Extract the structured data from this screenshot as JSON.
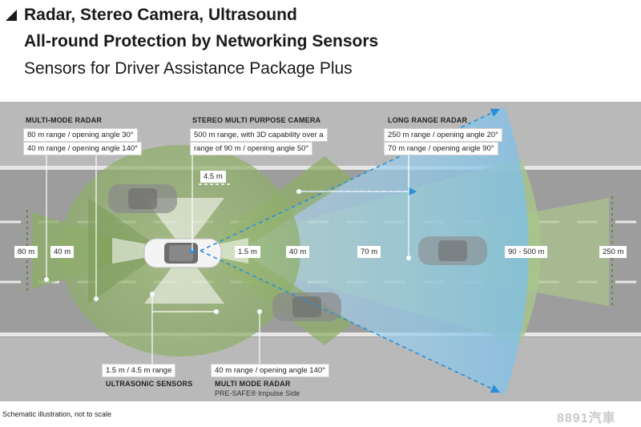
{
  "header": {
    "line1": "Radar, Stereo Camera, Ultrasound",
    "line2": "All-round Protection by Networking Sensors",
    "line3": "Sensors for Driver Assistance Package Plus"
  },
  "multi_mode_radar": {
    "title": "MULTI-MODE RADAR",
    "spec1": "80 m range / opening angle 30°",
    "spec2": "40 m range / opening angle 140°"
  },
  "stereo_camera": {
    "title": "STEREO MULTI PURPOSE CAMERA",
    "spec1": "500 m range, with 3D capability over a",
    "spec2": "range of 90 m  / opening angle 50°",
    "width": "4.5 m"
  },
  "long_range_radar": {
    "title": "LONG RANGE RADAR",
    "spec1": "250 m range / opening angle 20°",
    "spec2": "70 m range / opening angle 90°"
  },
  "ultrasonic": {
    "spec": "1.5 m / 4.5 m range",
    "title": "ULTRASONIC SENSORS"
  },
  "multi_mode_radar_side": {
    "spec": "40 m range / opening angle 140°",
    "title": "MULTI MODE RADAR",
    "subtitle": "PRE-SAFE® Impulse Side"
  },
  "distances": {
    "d80": "80 m",
    "d40_rear": "40 m",
    "d1_5": "1.5 m",
    "d40_front": "40 m",
    "d70": "70 m",
    "d90_500": "90 - 500 m",
    "d250": "250 m"
  },
  "footer": "Schematic illustration, not to scale",
  "watermark": "8891汽車",
  "colors": {
    "road": "#9a9a9a",
    "green_zone": "#8fae6a",
    "blue_zone": "#8ec5e6",
    "arrow": "#2a8fd8"
  }
}
